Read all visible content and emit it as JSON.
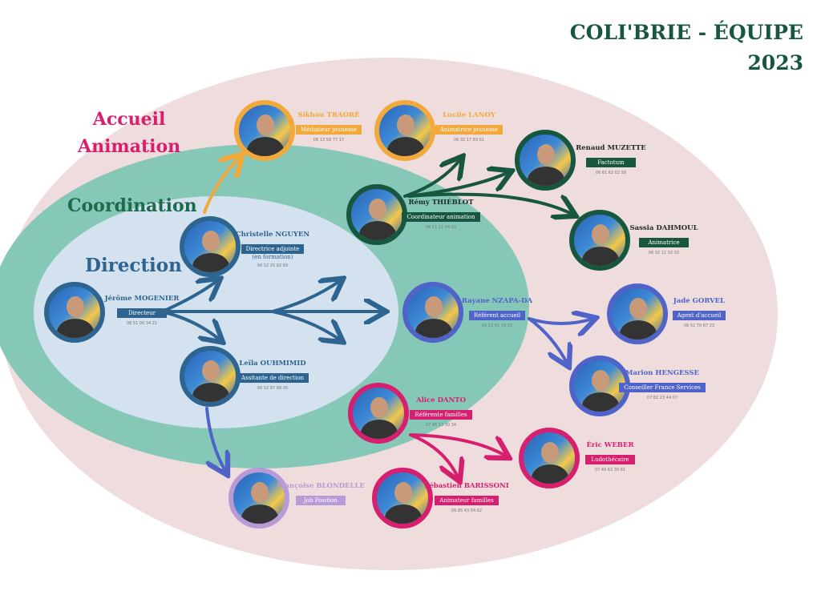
{
  "title": {
    "line1": "COLI'BRIE - ÉQUIPE",
    "line2": "2023"
  },
  "groups": {
    "accueil": "Accueil\nAnimation",
    "accueil_l1": "Accueil",
    "accueil_l2": "Animation",
    "coordination": "Coordination",
    "direction": "Direction"
  },
  "colors": {
    "orange": "#f2a93b",
    "green": "#17573f",
    "blue": "#2e6590",
    "indigo": "#4f63c8",
    "pink": "#d6206f",
    "lavender": "#b89ad8"
  },
  "people": [
    {
      "name": "Sikhou TRAORÉ",
      "role": "Médiateur jeunesse",
      "phone": "06 13 58 77 17",
      "color": "orange"
    },
    {
      "name": "Lucile LANOY",
      "role": "Animatrice jeunesse",
      "phone": "06 32 17 83 61",
      "color": "orange"
    },
    {
      "name": "Renaud MUZETTE",
      "role": "Factotum",
      "phone": "06 61 62 02 58",
      "color": "green"
    },
    {
      "name": "Rémy THIÉBLOT",
      "role": "Coordinateur animation",
      "phone": "06 11 11 04 29",
      "color": "green"
    },
    {
      "name": "Sassia DAHMOUL",
      "role": "Animatrice",
      "phone": "06 02 11 02 33",
      "color": "green"
    },
    {
      "name": "Christelle NGUYEN",
      "role": "Directrice adjointe",
      "role_note": "(en formation)",
      "phone": "06 52 25 82 83",
      "color": "blue"
    },
    {
      "name": "Jérôme MOGENIER",
      "role": "Directeur",
      "phone": "06 51 00 34 21",
      "color": "blue"
    },
    {
      "name": "Rayane NZAPA-DA",
      "role": "Référent accueil",
      "phone": "06 13 61 79 20",
      "color": "indigo"
    },
    {
      "name": "Jade GORVEL",
      "role": "Agent d'accueil",
      "phone": "06 52 70 87 23",
      "color": "indigo"
    },
    {
      "name": "Leïla OUHMIMID",
      "role": "Assitante de direction",
      "phone": "06 52 87 89 05",
      "color": "blue"
    },
    {
      "name": "Marion HENGESSE",
      "role": "Conseiller France Services",
      "phone": "07 82 23 44 07",
      "color": "indigo"
    },
    {
      "name": "Alice DANTO",
      "role": "Référente familles",
      "phone": "07 46 13 30 34",
      "color": "pink"
    },
    {
      "name": "Éric WEBER",
      "role": "Ludothécaire",
      "phone": "07 49 63 30 81",
      "color": "pink"
    },
    {
      "name": "Françoise BLONDELLE",
      "role": "Job Position",
      "phone": "",
      "color": "lavender"
    },
    {
      "name": "Sébastien BARISSONI",
      "role": "Animateur familles",
      "phone": "06 85 43 04 62",
      "color": "pink"
    }
  ]
}
